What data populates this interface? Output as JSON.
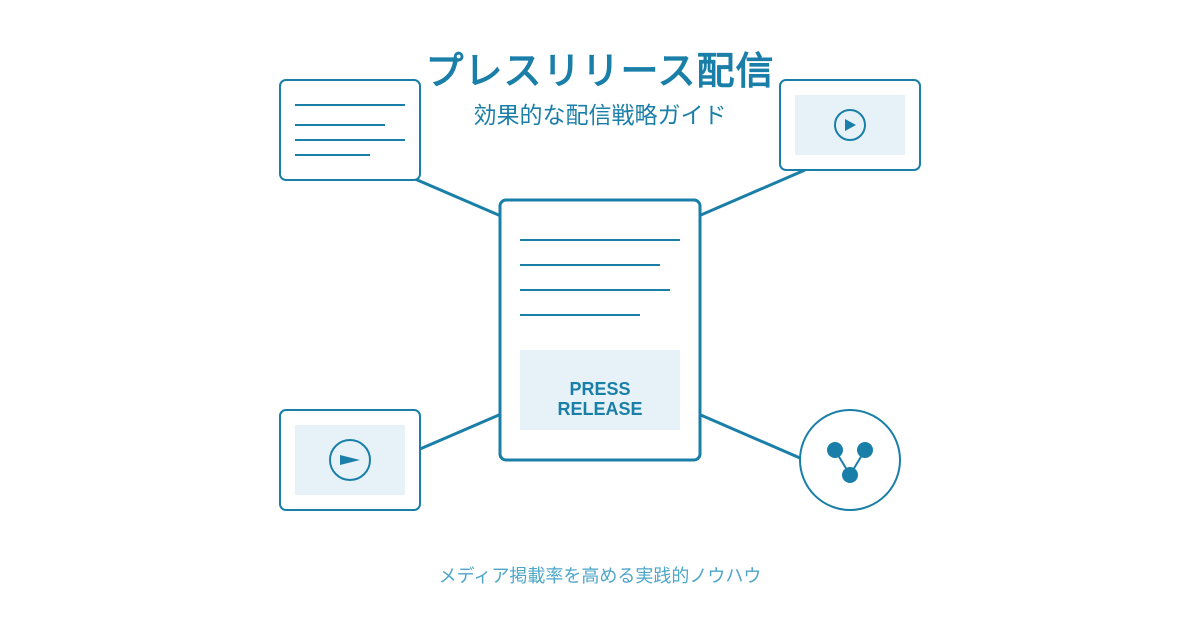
{
  "header": {
    "title": "プレスリリース配信",
    "subtitle": "効果的な配信戦略ガイド"
  },
  "center_document": {
    "label_line1": "PRESS",
    "label_line2": "RELEASE"
  },
  "footer": {
    "tagline": "メディア掲載率を高める実践的ノウハウ"
  },
  "colors": {
    "primary": "#1a7fa8",
    "panel_fill": "#e6f2f7",
    "footer_text": "#4ea6c9",
    "background": "#ffffff"
  },
  "icons": {
    "top_left": "text-document-icon",
    "top_right": "video-play-icon",
    "bottom_left": "video-play-icon",
    "bottom_right": "share-network-icon"
  }
}
